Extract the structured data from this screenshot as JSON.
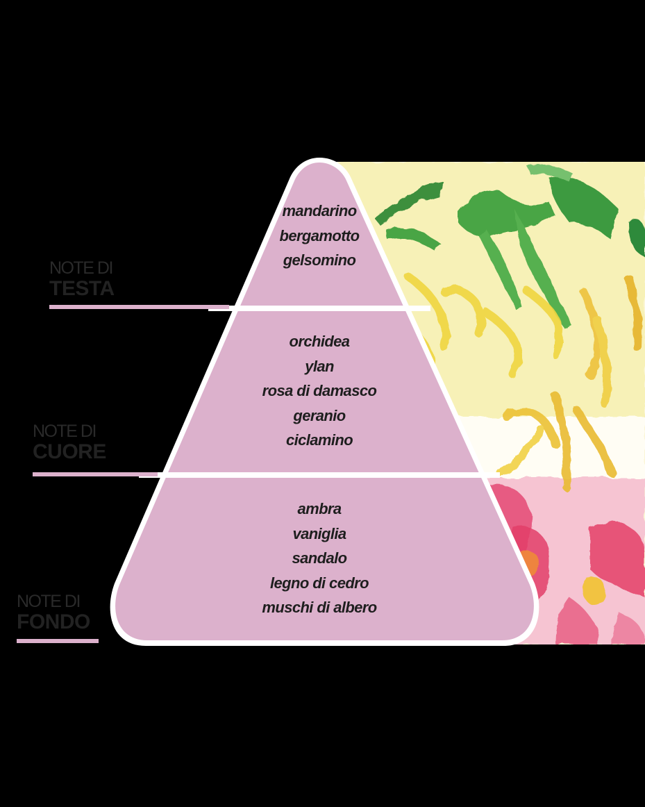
{
  "colors": {
    "background": "#000000",
    "tier_fill": "#dcb1cc",
    "outline": "#ffffff",
    "rule": "#dcb1cc",
    "text": "#1e1e1e",
    "label_text": "#2a2a2a",
    "watercolor_yellow": "#f4ec9c",
    "watercolor_green": "#3f9a3a",
    "watercolor_pink": "#f2b6c6",
    "watercolor_red": "#e0406a"
  },
  "pyramid": {
    "tiers": [
      {
        "label_prefix": "NOTE DI",
        "label_main": "TESTA",
        "notes": [
          "mandarino",
          "bergamotto",
          "gelsomino"
        ]
      },
      {
        "label_prefix": "NOTE DI",
        "label_main": "CUORE",
        "notes": [
          "orchidea",
          "ylan",
          "rosa di damasco",
          "geranio",
          "ciclamino"
        ]
      },
      {
        "label_prefix": "NOTE DI",
        "label_main": "FONDO",
        "notes": [
          "ambra",
          "vaniglia",
          "sandalo",
          "legno di cedro",
          "muschi di albero"
        ]
      }
    ]
  },
  "illustration": {
    "icon": "watercolor-floral-illustration",
    "elements": [
      "green-leaves-icon",
      "yellow-ylang-flower-icon",
      "pink-red-flower-icon"
    ]
  }
}
